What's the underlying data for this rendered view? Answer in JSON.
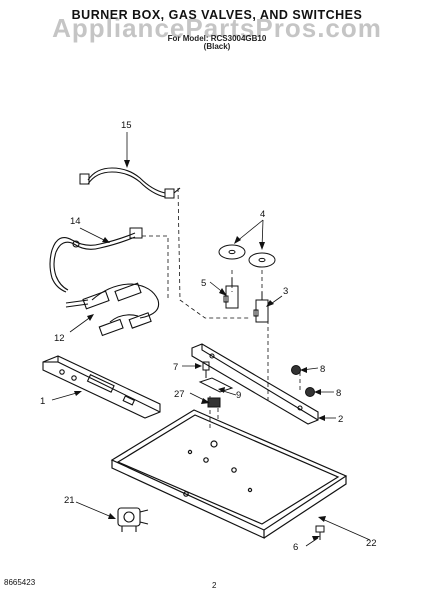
{
  "document": {
    "title": "BURNER BOX, GAS VALVES, AND SWITCHES",
    "watermark": "AppliancePartsPros.com",
    "subtitle_model": "For Model: RCS3004GB10",
    "subtitle_note": "(Black)",
    "footer_id": "8665423",
    "page_number": "2"
  },
  "callouts": [
    "15",
    "14",
    "4",
    "5",
    "3",
    "12",
    "7",
    "8",
    "8",
    "27",
    "9",
    "1",
    "2",
    "21",
    "22",
    "6"
  ]
}
